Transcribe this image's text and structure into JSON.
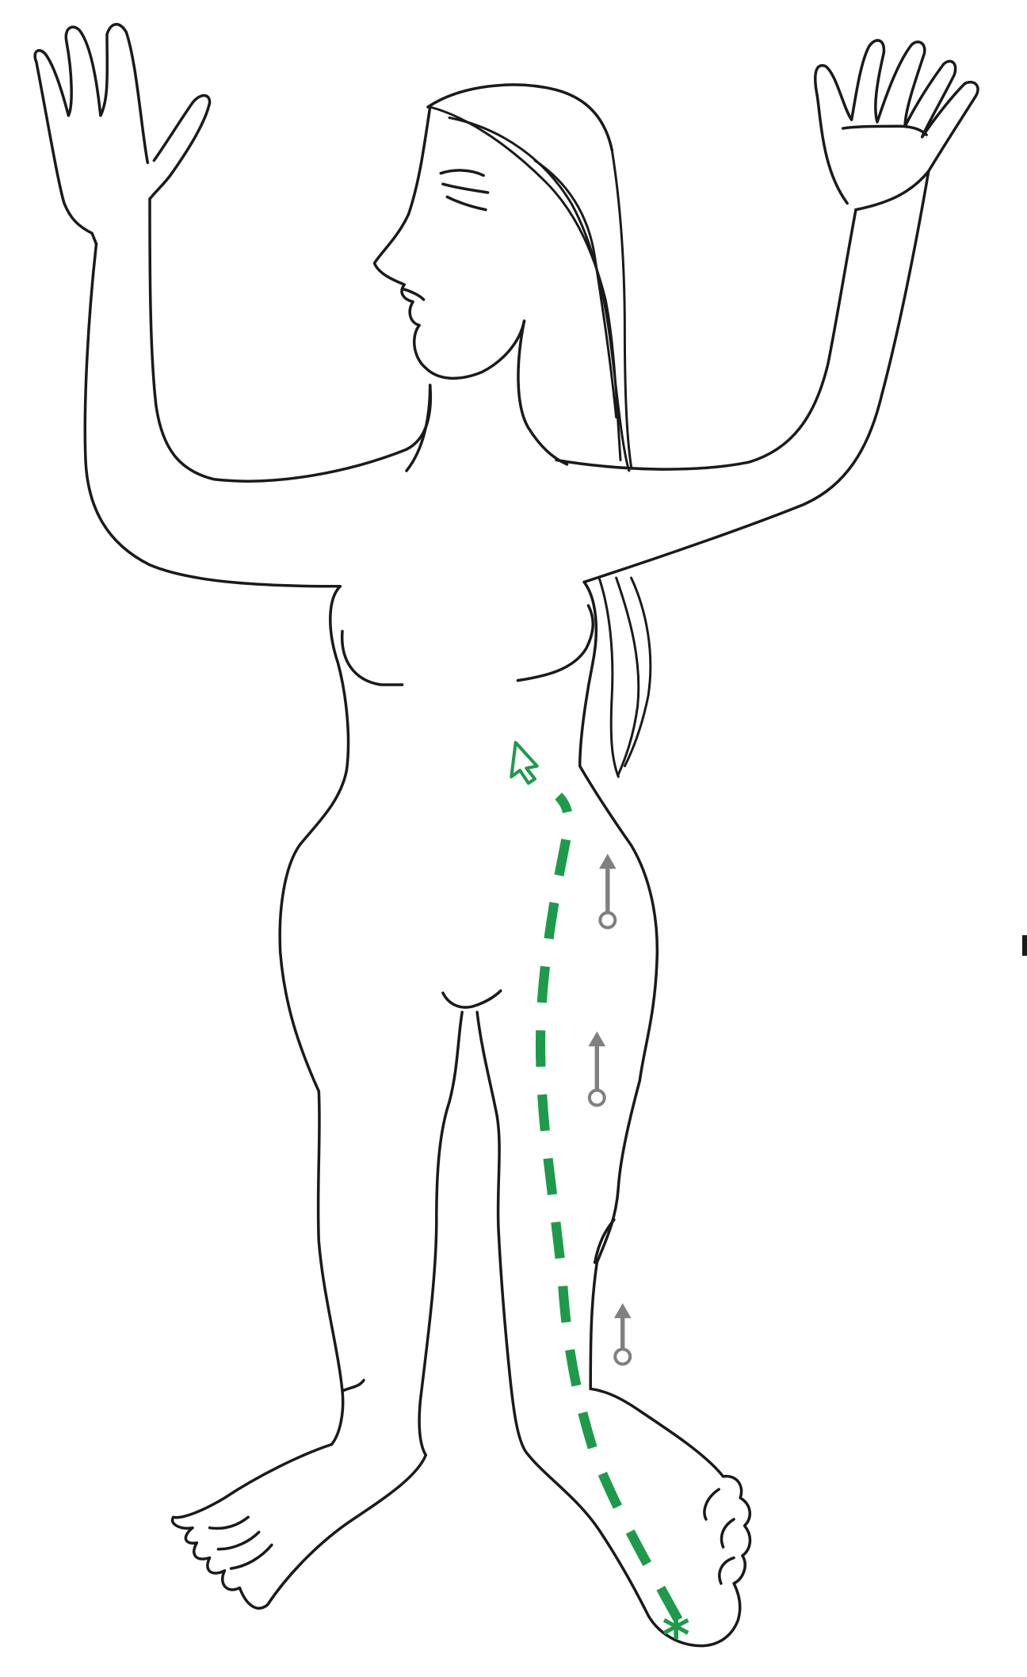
{
  "figure": {
    "subject": "standing-figure-arms-raised",
    "colors": {
      "outline": "#1a1a1a",
      "pathway": "#1e9b4a",
      "arrows": "#808080",
      "background": "#ffffff"
    },
    "pathway": {
      "style": "dashed",
      "start_symbol": "asterisk-icon",
      "end_symbol": "arrowhead-icon",
      "start_label": "*"
    },
    "flow_markers": [
      {
        "name": "hip",
        "direction": "up"
      },
      {
        "name": "thigh",
        "direction": "up"
      },
      {
        "name": "calf",
        "direction": "up"
      }
    ]
  }
}
